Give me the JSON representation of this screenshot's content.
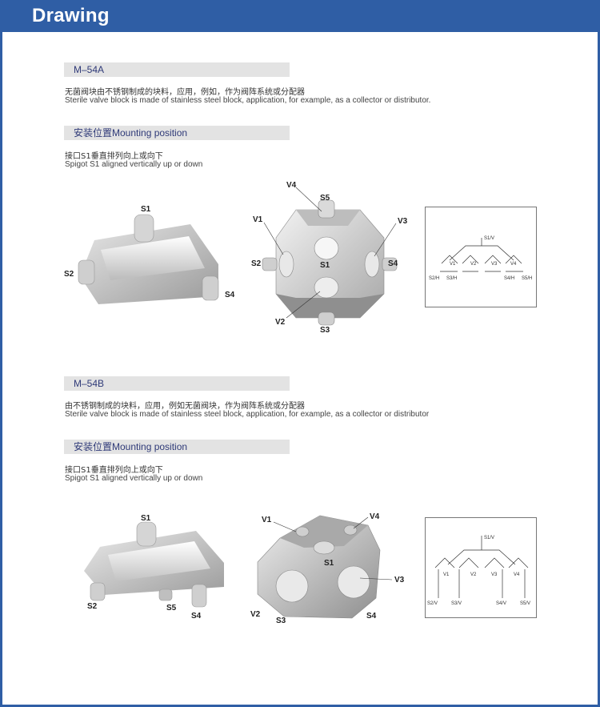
{
  "header": {
    "title": "Drawing"
  },
  "sections": [
    {
      "model": "M–54A",
      "description_cn": "无菌阀块由不锈钢制成的块料，应用，例如，作为阀阵系统或分配器",
      "description_en": "Sterile valve block is made of stainless steel block, application, for example, as a collector or distributor.",
      "mounting_title": "安装位置Mounting position",
      "mounting_cn": "接口S1垂直排列向上或向下",
      "mounting_en": "Spigot S1 aligned vertically up or down",
      "left_labels": {
        "s1": "S1",
        "s2": "S2",
        "s4": "S4"
      },
      "center_labels": {
        "v1": "V1",
        "v2": "V2",
        "v3": "V3",
        "v4": "V4",
        "s1": "S1",
        "s2": "S2",
        "s3": "S3",
        "s4": "S4",
        "s5": "S5"
      },
      "schematic": {
        "top": "S1/V",
        "v1": "V1",
        "v2": "V2",
        "v3": "V3",
        "v4": "V4",
        "o1": "S2/H",
        "o2": "S3/H",
        "o3": "S4/H",
        "o4": "S5/H"
      }
    },
    {
      "model": "M–54B",
      "description_cn": "由不锈钢制成的块料，应用，例如无菌阀块，作为阀阵系统或分配器",
      "description_en": "Sterile valve block is made of stainless steel block, application, for example, as a collector or distributor",
      "mounting_title": "安装位置Mounting position",
      "mounting_cn": "接口S1垂直排列向上或向下",
      "mounting_en": "Spigot S1 aligned vertically up or down",
      "left_labels": {
        "s1": "S1",
        "s2": "S2",
        "s4": "S4",
        "s5": "S5"
      },
      "center_labels": {
        "v1": "V1",
        "v2": "V2",
        "v3": "V3",
        "v4": "V4",
        "s1": "S1",
        "s3": "S3",
        "s4": "S4"
      },
      "schematic": {
        "top": "S1/V",
        "v1": "V1",
        "v2": "V2",
        "v3": "V3",
        "v4": "V4",
        "o1": "S2/V",
        "o2": "S3/V",
        "o3": "S4/V",
        "o4": "S5/V"
      }
    }
  ]
}
